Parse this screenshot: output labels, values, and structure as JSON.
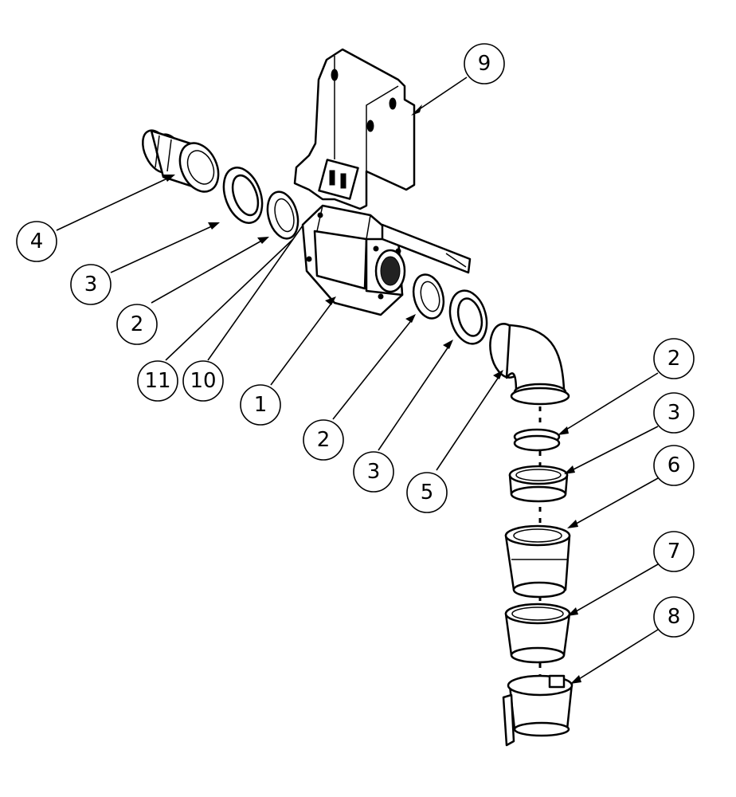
{
  "balloons": [
    {
      "label": "9"
    },
    {
      "label": "4"
    },
    {
      "label": "3"
    },
    {
      "label": "2"
    },
    {
      "label": "11"
    },
    {
      "label": "10"
    },
    {
      "label": "1"
    },
    {
      "label": "2"
    },
    {
      "label": "3"
    },
    {
      "label": "5"
    },
    {
      "label": "2"
    },
    {
      "label": "3"
    },
    {
      "label": "6"
    },
    {
      "label": "7"
    },
    {
      "label": "8"
    }
  ]
}
